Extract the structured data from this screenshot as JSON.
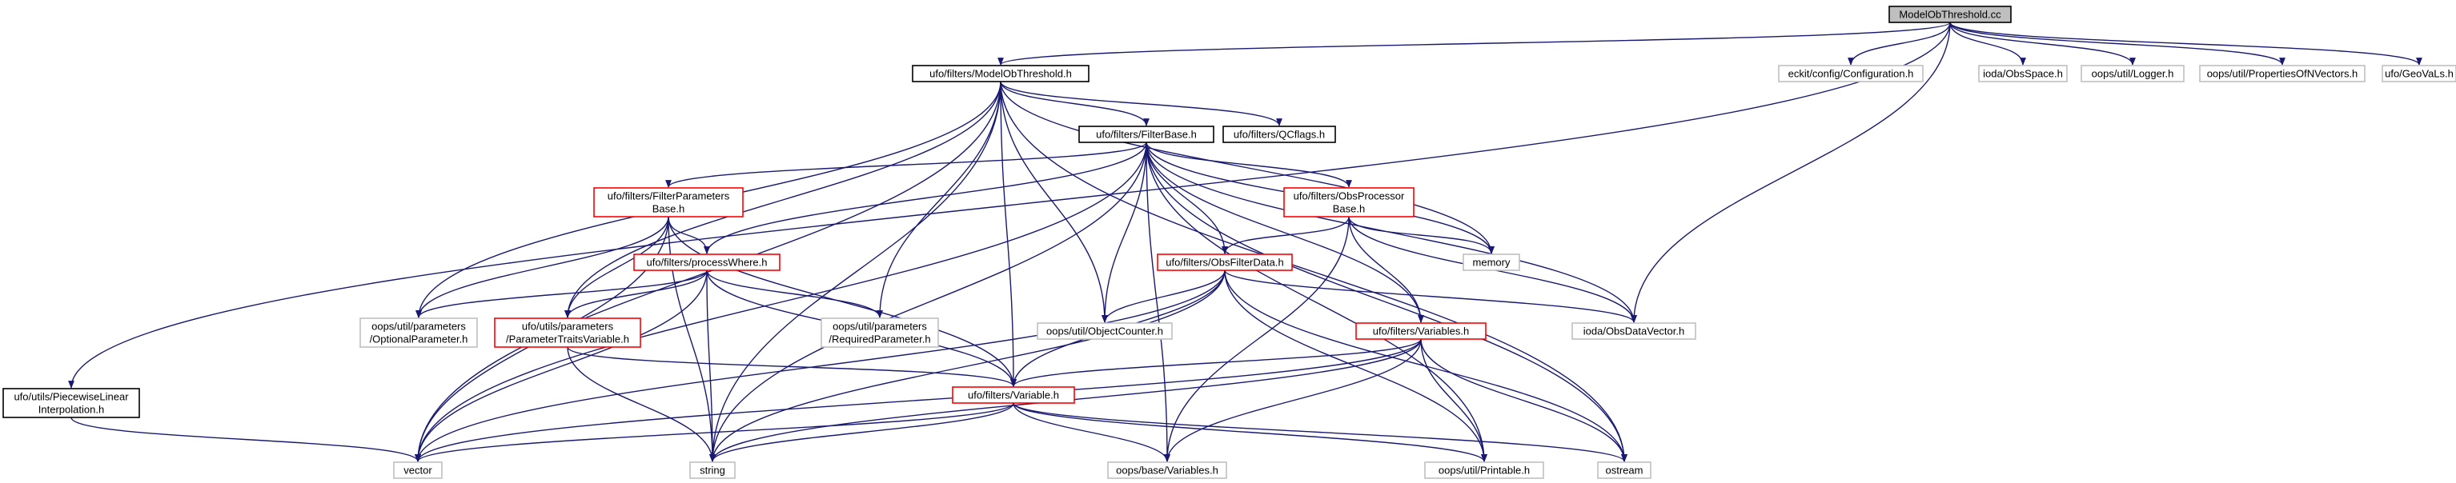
{
  "colors": {
    "edge": "#191970",
    "arrow": "#191970",
    "text": "#000000",
    "border_black": "#000000",
    "border_red": "#ff0000",
    "border_gray": "#bfbfbf",
    "fill_root": "#bfbfbf",
    "fill_default": "#ffffff"
  },
  "nodes": [
    {
      "id": "root",
      "lines": [
        "ModelObThreshold.cc"
      ],
      "style": "root"
    },
    {
      "id": "mot_h",
      "lines": [
        "ufo/filters/ModelObThreshold.h"
      ],
      "style": "black"
    },
    {
      "id": "eckit",
      "lines": [
        "eckit/config/Configuration.h"
      ],
      "style": "gray"
    },
    {
      "id": "obsspace",
      "lines": [
        "ioda/ObsSpace.h"
      ],
      "style": "gray"
    },
    {
      "id": "logger",
      "lines": [
        "oops/util/Logger.h"
      ],
      "style": "gray"
    },
    {
      "id": "propvec",
      "lines": [
        "oops/util/PropertiesOfNVectors.h"
      ],
      "style": "gray"
    },
    {
      "id": "geovals",
      "lines": [
        "ufo/GeoVaLs.h"
      ],
      "style": "gray"
    },
    {
      "id": "piecewise",
      "lines": [
        "ufo/utils/PiecewiseLinear",
        "Interpolation.h"
      ],
      "style": "black"
    },
    {
      "id": "filterbase",
      "lines": [
        "ufo/filters/FilterBase.h"
      ],
      "style": "black"
    },
    {
      "id": "qcflags",
      "lines": [
        "ufo/filters/QCflags.h"
      ],
      "style": "black"
    },
    {
      "id": "fpbase",
      "lines": [
        "ufo/filters/FilterParameters",
        "Base.h"
      ],
      "style": "red"
    },
    {
      "id": "opbase",
      "lines": [
        "ufo/filters/ObsProcessor",
        "Base.h"
      ],
      "style": "red"
    },
    {
      "id": "processwhere",
      "lines": [
        "ufo/filters/processWhere.h"
      ],
      "style": "red"
    },
    {
      "id": "obsfilterdata",
      "lines": [
        "ufo/filters/ObsFilterData.h"
      ],
      "style": "red"
    },
    {
      "id": "memory",
      "lines": [
        "memory"
      ],
      "style": "gray"
    },
    {
      "id": "optparam",
      "lines": [
        "oops/util/parameters",
        "/OptionalParameter.h"
      ],
      "style": "gray"
    },
    {
      "id": "ptv",
      "lines": [
        "ufo/utils/parameters",
        "/ParameterTraitsVariable.h"
      ],
      "style": "red"
    },
    {
      "id": "reqparam",
      "lines": [
        "oops/util/parameters",
        "/RequiredParameter.h"
      ],
      "style": "gray"
    },
    {
      "id": "objcounter",
      "lines": [
        "oops/util/ObjectCounter.h"
      ],
      "style": "gray"
    },
    {
      "id": "variables_h",
      "lines": [
        "ufo/filters/Variables.h"
      ],
      "style": "red"
    },
    {
      "id": "obsdatavector",
      "lines": [
        "ioda/ObsDataVector.h"
      ],
      "style": "gray"
    },
    {
      "id": "variable_h",
      "lines": [
        "ufo/filters/Variable.h"
      ],
      "style": "red"
    },
    {
      "id": "vector",
      "lines": [
        "vector"
      ],
      "style": "gray"
    },
    {
      "id": "string",
      "lines": [
        "string"
      ],
      "style": "gray"
    },
    {
      "id": "oopsvars",
      "lines": [
        "oops/base/Variables.h"
      ],
      "style": "gray"
    },
    {
      "id": "printable",
      "lines": [
        "oops/util/Printable.h"
      ],
      "style": "gray"
    },
    {
      "id": "ostream",
      "lines": [
        "ostream"
      ],
      "style": "gray"
    }
  ],
  "edges": [
    [
      "root",
      "mot_h"
    ],
    [
      "root",
      "eckit"
    ],
    [
      "root",
      "obsspace"
    ],
    [
      "root",
      "logger"
    ],
    [
      "root",
      "propvec"
    ],
    [
      "root",
      "geovals"
    ],
    [
      "root",
      "piecewise"
    ],
    [
      "root",
      "obsdatavector"
    ],
    [
      "mot_h",
      "filterbase"
    ],
    [
      "mot_h",
      "qcflags"
    ],
    [
      "mot_h",
      "memory"
    ],
    [
      "mot_h",
      "optparam"
    ],
    [
      "mot_h",
      "ptv"
    ],
    [
      "mot_h",
      "reqparam"
    ],
    [
      "mot_h",
      "objcounter"
    ],
    [
      "mot_h",
      "variable_h"
    ],
    [
      "mot_h",
      "vector"
    ],
    [
      "mot_h",
      "string"
    ],
    [
      "mot_h",
      "ostream"
    ],
    [
      "piecewise",
      "vector"
    ],
    [
      "filterbase",
      "fpbase"
    ],
    [
      "filterbase",
      "opbase"
    ],
    [
      "filterbase",
      "processwhere"
    ],
    [
      "filterbase",
      "obsfilterdata"
    ],
    [
      "filterbase",
      "memory"
    ],
    [
      "filterbase",
      "objcounter"
    ],
    [
      "filterbase",
      "variables_h"
    ],
    [
      "filterbase",
      "obsdatavector"
    ],
    [
      "filterbase",
      "vector"
    ],
    [
      "filterbase",
      "string"
    ],
    [
      "filterbase",
      "oopsvars"
    ],
    [
      "filterbase",
      "printable"
    ],
    [
      "filterbase",
      "ostream"
    ],
    [
      "fpbase",
      "processwhere"
    ],
    [
      "fpbase",
      "optparam"
    ],
    [
      "fpbase",
      "ptv"
    ],
    [
      "fpbase",
      "variable_h"
    ],
    [
      "fpbase",
      "vector"
    ],
    [
      "fpbase",
      "string"
    ],
    [
      "opbase",
      "obsfilterdata"
    ],
    [
      "opbase",
      "variables_h"
    ],
    [
      "opbase",
      "memory"
    ],
    [
      "opbase",
      "obsdatavector"
    ],
    [
      "opbase",
      "oopsvars"
    ],
    [
      "processwhere",
      "optparam"
    ],
    [
      "processwhere",
      "ptv"
    ],
    [
      "processwhere",
      "reqparam"
    ],
    [
      "processwhere",
      "variable_h"
    ],
    [
      "processwhere",
      "vector"
    ],
    [
      "processwhere",
      "string"
    ],
    [
      "obsfilterdata",
      "objcounter"
    ],
    [
      "obsfilterdata",
      "obsdatavector"
    ],
    [
      "obsfilterdata",
      "variable_h"
    ],
    [
      "obsfilterdata",
      "vector"
    ],
    [
      "obsfilterdata",
      "string"
    ],
    [
      "obsfilterdata",
      "printable"
    ],
    [
      "obsfilterdata",
      "ostream"
    ],
    [
      "ptv",
      "variable_h"
    ],
    [
      "ptv",
      "string"
    ],
    [
      "variables_h",
      "variable_h"
    ],
    [
      "variables_h",
      "oopsvars"
    ],
    [
      "variables_h",
      "printable"
    ],
    [
      "variables_h",
      "ostream"
    ],
    [
      "variables_h",
      "vector"
    ],
    [
      "variables_h",
      "string"
    ],
    [
      "variable_h",
      "vector"
    ],
    [
      "variable_h",
      "string"
    ],
    [
      "variable_h",
      "oopsvars"
    ],
    [
      "variable_h",
      "printable"
    ],
    [
      "variable_h",
      "ostream"
    ]
  ]
}
